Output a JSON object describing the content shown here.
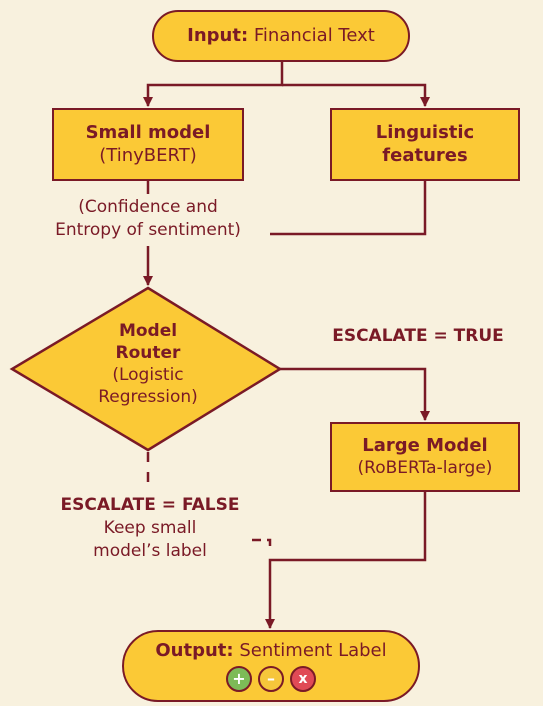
{
  "input": {
    "bold": "Input:",
    "text": "Financial Text"
  },
  "small_model": {
    "title": "Small model",
    "sub": "(TinyBERT)"
  },
  "linguistic": {
    "line1": "Linguistic",
    "line2": "features"
  },
  "confidence": {
    "line1": "(Confidence and",
    "line2": "Entropy of sentiment)"
  },
  "router": {
    "line1": "Model",
    "line2": "Router",
    "line3": "(Logistic",
    "line4": "Regression)"
  },
  "escalate_true": "ESCALATE = TRUE",
  "large_model": {
    "title": "Large Model",
    "sub": "(RoBERTa-large)"
  },
  "escalate_false": {
    "bold": "ESCALATE = FALSE",
    "line1": "Keep small",
    "line2": "model’s label"
  },
  "output": {
    "bold": "Output:",
    "text": "Sentiment Label"
  },
  "sentiment_icons": [
    {
      "name": "positive-icon",
      "glyph": "+",
      "color": "#7dbb57"
    },
    {
      "name": "neutral-icon",
      "glyph": "–",
      "color": "#f6c63b"
    },
    {
      "name": "negative-icon",
      "glyph": "x",
      "color": "#e04a56"
    }
  ],
  "colors": {
    "background": "#f8f1de",
    "node_fill": "#fbc936",
    "stroke": "#7a1a26"
  }
}
